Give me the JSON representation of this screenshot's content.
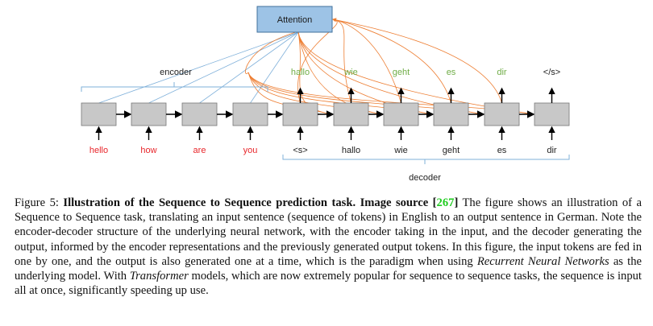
{
  "figure": {
    "attention_label": "Attention",
    "encoder_label": "encoder",
    "decoder_label": "decoder",
    "inputs": [
      "hello",
      "how",
      "are",
      "you",
      "<s>",
      "hallo",
      "wie",
      "geht",
      "es",
      "dir"
    ],
    "outputs": [
      "hallo",
      "wie",
      "geht",
      "es",
      "dir",
      "</s>"
    ],
    "colors": {
      "input_en": "#e8262b",
      "output_de": "#70ad47",
      "plain": "#222222",
      "attention_fill": "#9dc3e6",
      "attention_stroke": "#41719c",
      "encoder_link": "#7fb0da",
      "decoder_link": "#ed7d31",
      "cell_fill": "#c8c8c8"
    }
  },
  "caption": {
    "prefix": "Figure 5: ",
    "title": "Illustration of the Sequence to Sequence prediction task. Image source ",
    "cite_open": "[",
    "cite": "267",
    "cite_close": "]",
    "text1": " The figure shows an illustration of a Sequence to Sequence task, translating an input sentence (sequence of tokens) in English to an output sentence in German. Note the encoder-decoder structure of the underlying neural network, with the encoder taking in the input, and the decoder generating the output, informed by the encoder representations and the previously generated output tokens. In this figure, the input tokens are fed in one by one, and the output is also generated one at a time, which is the paradigm when using ",
    "rnn": "Recurrent Neural Networks",
    "text2": " as the underlying model. With ",
    "transformer": "Transformer",
    "text3": " models, which are now extremely popular for sequence to sequence tasks, the sequence is input all at once, significantly speeding up use."
  }
}
